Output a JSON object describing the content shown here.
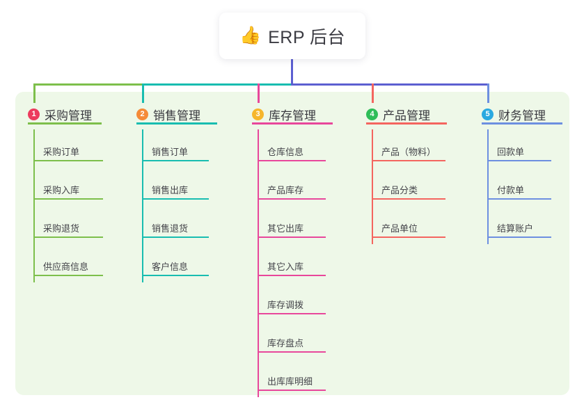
{
  "root": {
    "icon": "thumbs-up-emoji",
    "emoji": "👍",
    "title": "ERP 后台"
  },
  "palette": {
    "panel_bg": "#eef8e8",
    "page_bg": "#ffffff",
    "stem": "#5c5fd1",
    "col1": "#7dbf4b",
    "col2": "#18bdb0",
    "col3": "#e8479b",
    "col4": "#f4655f",
    "col5": "#6d8fe0",
    "badge1": "#ec3b5d",
    "badge2": "#f58b38",
    "badge3": "#f6b62b",
    "badge4": "#2fbd58",
    "badge5": "#2aa9e0",
    "text": "#3a3a40"
  },
  "columns": [
    {
      "number": "1",
      "title": "采购管理",
      "badge_color": "#ec3b5d",
      "line_color": "#7dbf4b",
      "items": [
        "采购订单",
        "采购入库",
        "采购退货",
        "供应商信息"
      ]
    },
    {
      "number": "2",
      "title": "销售管理",
      "badge_color": "#f58b38",
      "line_color": "#18bdb0",
      "items": [
        "销售订单",
        "销售出库",
        "销售退货",
        "客户信息"
      ]
    },
    {
      "number": "3",
      "title": "库存管理",
      "badge_color": "#f6b62b",
      "line_color": "#e8479b",
      "items": [
        "仓库信息",
        "产品库存",
        "其它出库",
        "其它入库",
        "库存调拨",
        "库存盘点",
        "出库库明细"
      ]
    },
    {
      "number": "4",
      "title": "产品管理",
      "badge_color": "#2fbd58",
      "line_color": "#f4655f",
      "items": [
        "产品（物料）",
        "产品分类",
        "产品单位"
      ]
    },
    {
      "number": "5",
      "title": "财务管理",
      "badge_color": "#2aa9e0",
      "line_color": "#6d8fe0",
      "items": [
        "回款单",
        "付款单",
        "结算账户"
      ]
    }
  ]
}
